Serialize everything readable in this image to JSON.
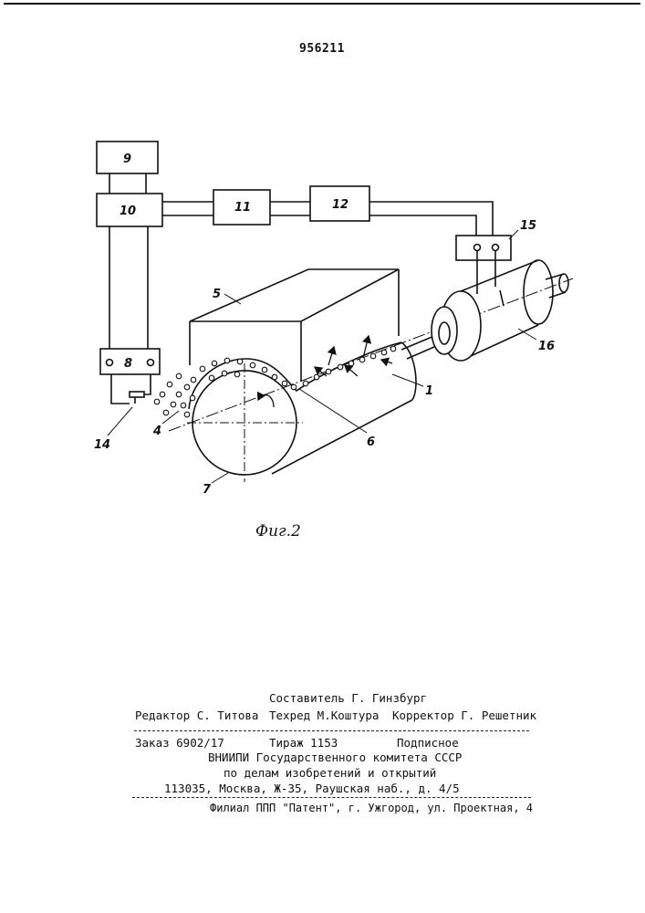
{
  "document": {
    "patent_number": "956211",
    "figure_caption": "Фиг.2"
  },
  "figure_labels": {
    "label_9": "9",
    "label_10": "10",
    "label_11": "11",
    "label_12": "12",
    "label_15": "15",
    "label_16": "16",
    "label_5": "5",
    "label_1": "1",
    "label_8": "8",
    "label_14": "14",
    "label_4": "4",
    "label_6": "6",
    "label_7": "7"
  },
  "colophon": {
    "compiler": "Составитель Г. Гинзбург",
    "editor": "Редактор С. Титова",
    "techred": "Техред М.Коштура",
    "corrector": "Корректор Г. Решетник",
    "order": "Заказ 6902/17",
    "circulation": "Тираж 1153",
    "subscription": "Подписное",
    "org_line1": "ВНИИПИ Государственного комитета СССР",
    "org_line2": "по делам изобретений и открытий",
    "address": "113035, Москва, Ж-35, Раушская наб., д. 4/5",
    "branch": "Филиал ППП \"Патент\", г. Ужгород, ул. Проектная, 4"
  }
}
